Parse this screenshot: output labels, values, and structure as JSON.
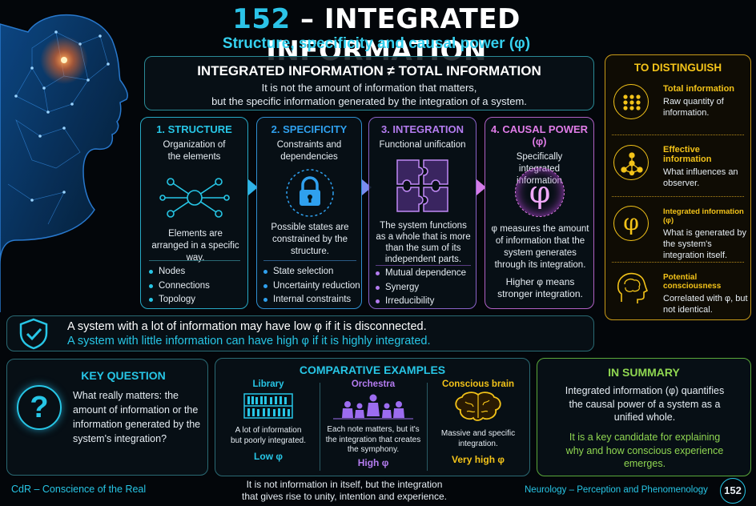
{
  "header": {
    "number": "152",
    "dash": "–",
    "title": "INTEGRATED INFORMATION",
    "subtitle": "Structure, specificity and causal power (φ)"
  },
  "banner": {
    "title": "INTEGRATED INFORMATION ≠ TOTAL INFORMATION",
    "line1": "It is not the amount of information that matters,",
    "line2": "but the specific information generated by the integration of a system."
  },
  "columns": [
    {
      "title": "1. STRUCTURE",
      "intro": "Organization of the elements",
      "text": "Elements are arranged in a specific way.",
      "bullets": [
        "Nodes",
        "Connections",
        "Topology"
      ],
      "color": "#27c6e6"
    },
    {
      "title": "2. SPECIFICITY",
      "intro": "Constraints and dependencies",
      "text": "Possible states are constrained by the structure.",
      "bullets": [
        "State selection",
        "Uncertainty reduction",
        "Internal constraints"
      ],
      "color": "#2fa0ee"
    },
    {
      "title": "3. INTEGRATION",
      "intro": "Functional unification",
      "text": "The system functions as a whole that is more than the sum of its independent parts.",
      "bullets": [
        "Mutual dependence",
        "Synergy",
        "Irreducibility"
      ],
      "color": "#b47cf0"
    },
    {
      "title": "4. CAUSAL POWER (φ)",
      "intro": "Specifically integrated information",
      "text": "φ measures the amount of information that the system generates through its integration.",
      "text2": "Higher φ means stronger integration.",
      "symbol": "φ",
      "color": "#e07ce8"
    }
  ],
  "distinguish": {
    "title": "TO DISTINGUISH",
    "items": [
      {
        "title": "Total information",
        "text": "Raw quantity of information."
      },
      {
        "title": "Effective information",
        "text": "What influences an observer."
      },
      {
        "title": "Integrated information (φ)",
        "text": "What is generated by the system's integration itself.",
        "symbol": "φ"
      },
      {
        "title": "Potential consciousness",
        "text": "Correlated with φ, but not identical."
      }
    ]
  },
  "note": {
    "line1": "A system with a lot of information may have low φ if it is disconnected.",
    "line2": "A system with little information can have high φ if it is highly integrated."
  },
  "key_question": {
    "title": "KEY QUESTION",
    "symbol": "?",
    "text": "What really matters: the amount of information or the information generated by the system's integration?"
  },
  "examples": {
    "title": "COMPARATIVE EXAMPLES",
    "items": [
      {
        "name": "Library",
        "text": "A lot of information but poorly integrated.",
        "rating": "Low φ",
        "color": "#27c6e6"
      },
      {
        "name": "Orchestra",
        "text": "Each note matters, but it's the integration that creates the symphony.",
        "rating": "High φ",
        "color": "#b47cf0"
      },
      {
        "name": "Conscious brain",
        "text": "Massive and specific integration.",
        "rating": "Very high φ",
        "color": "#f3c319"
      }
    ]
  },
  "summary": {
    "title": "IN SUMMARY",
    "text1": "Integrated information (φ) quantifies the causal power of a system as a unified whole.",
    "text2": "It is a key candidate for explaining why and how conscious experience emerges."
  },
  "footer": {
    "left": "CdR – Conscience of the Real",
    "center1": "It is not information in itself, but the integration",
    "center2": "that gives rise to unity, intention and experience.",
    "right": "Neurology – Perception and Phenomenology",
    "badge": "152"
  }
}
